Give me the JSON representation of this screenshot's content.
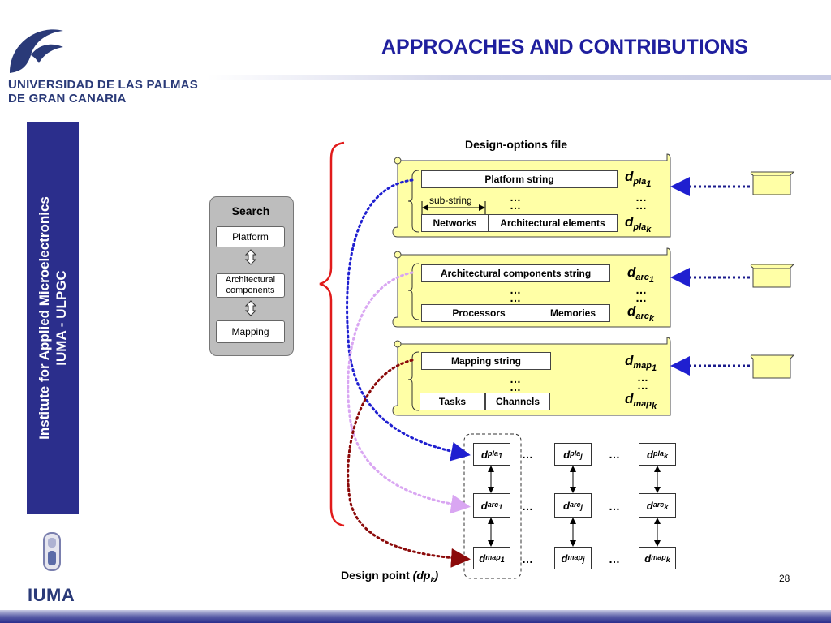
{
  "slide": {
    "title": "APPROACHES AND CONTRIBUTIONS",
    "university_line1": "UNIVERSIDAD DE LAS PALMAS",
    "university_line2": "DE GRAN CANARIA",
    "sidebar_line1": "Institute for Applied Microelectronics",
    "sidebar_line2": "IUMA - ULPGC",
    "iuma_logo_text": "IUMA",
    "page_number": "28"
  },
  "colors": {
    "title": "#1f1f9e",
    "sidebar": "#2b2e8c",
    "scroll": "#ffffa6",
    "brace": "#e11b1b",
    "platform_arrow": "#1f1fd0",
    "arc_arrow": "#d9a6f2",
    "map_arrow": "#8b0a0a"
  },
  "search": {
    "title": "Search",
    "platform": "Platform",
    "architectural": "Architectural components",
    "mapping": "Mapping"
  },
  "design_options": {
    "title": "Design-options file",
    "platform": {
      "string_label": "Platform string",
      "sub_string": "sub-string",
      "networks": "Networks",
      "architectural_elements": "Architectural elements",
      "dots": "…",
      "d_first": "d",
      "d_first_sub": "pla",
      "d_first_idx": "1",
      "d_last": "d",
      "d_last_sub": "pla",
      "d_last_idx": "k"
    },
    "architecture": {
      "string_label": "Architectural components string",
      "processors": "Processors",
      "memories": "Memories",
      "dots": "…",
      "d_first": "d",
      "d_first_sub": "arc",
      "d_first_idx": "1",
      "d_last": "d",
      "d_last_sub": "arc",
      "d_last_idx": "k"
    },
    "mapping": {
      "string_label": "Mapping string",
      "tasks": "Tasks",
      "channels": "Channels",
      "dots": "…",
      "d_first": "d",
      "d_first_sub": "map",
      "d_first_idx": "1",
      "d_last": "d",
      "d_last_sub": "map",
      "d_last_idx": "k"
    }
  },
  "design_points": {
    "label": "Design point",
    "label_var": "(dp",
    "label_idx": "k",
    "label_close": ")",
    "dots": "…",
    "columns": [
      {
        "pla": "pla",
        "arc": "arc",
        "map": "map",
        "idx": "1"
      },
      {
        "pla": "pla",
        "arc": "arc",
        "map": "map",
        "idx": "j"
      },
      {
        "pla": "pla",
        "arc": "arc",
        "map": "map",
        "idx": "k"
      }
    ]
  }
}
